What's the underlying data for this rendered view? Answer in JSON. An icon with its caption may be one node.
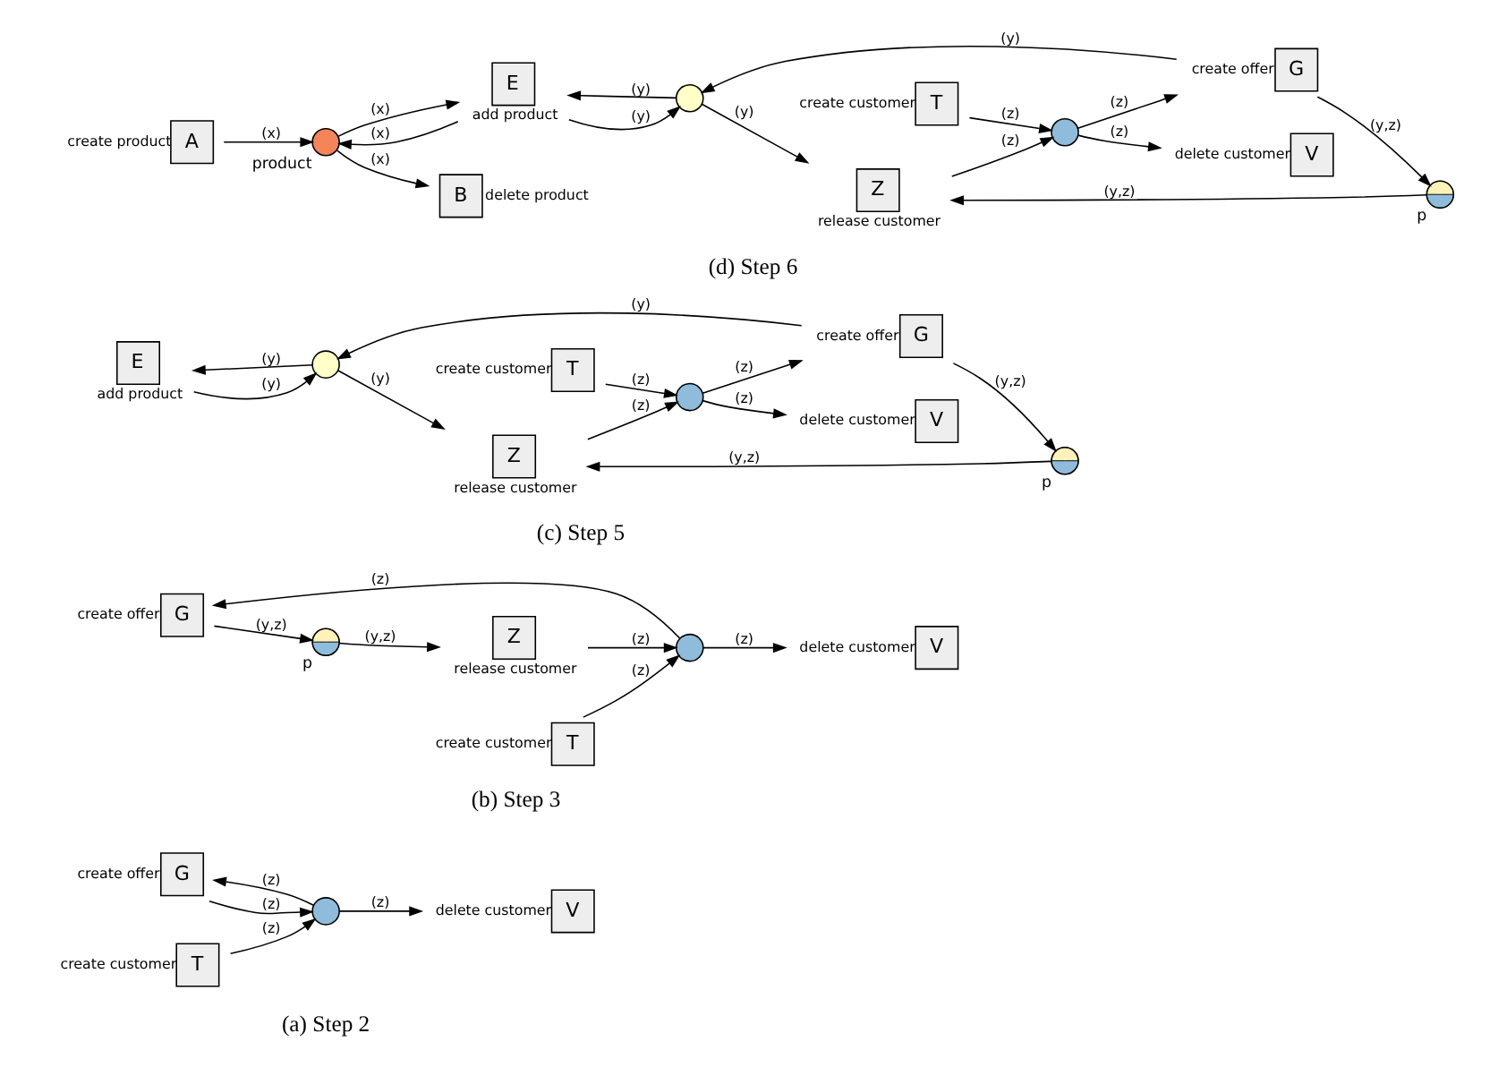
{
  "diagram": {
    "nodes": [
      {
        "text": [
          "G"
        ],
        "beside": [
          "create offer"
        ]
      },
      {
        "text": [
          "T"
        ],
        "beside": [
          "create customer"
        ]
      },
      {
        "text": [],
        "shape": "circle"
      },
      {
        "text": [
          "V"
        ],
        "beside": [
          "delete customer"
        ]
      },
      {
        "text": [
          "G"
        ],
        "beside": [
          "create offer"
        ]
      },
      {
        "text": [],
        "shape": "circle",
        "beside": [
          "p"
        ]
      },
      {
        "text": [
          "T"
        ],
        "beside": [
          "create customer"
        ]
      },
      {
        "text": [],
        "shape": "circle"
      },
      {
        "text": [
          "Z"
        ],
        "beside": [
          "release customer"
        ]
      },
      {
        "text": [
          "V"
        ],
        "beside": [
          "delete customer"
        ]
      },
      {
        "text": [
          "E"
        ],
        "beside": [
          "add product"
        ]
      },
      {
        "text": [],
        "shape": "circle"
      },
      {
        "text": [
          "G"
        ],
        "beside": [
          "create offer"
        ]
      },
      {
        "text": [],
        "shape": "circle",
        "beside": [
          "p"
        ]
      },
      {
        "text": [
          "T"
        ],
        "beside": [
          "create customer"
        ]
      },
      {
        "text": [],
        "shape": "circle"
      },
      {
        "text": [
          "Z"
        ],
        "beside": [
          "release customer"
        ]
      },
      {
        "text": [
          "V"
        ],
        "beside": [
          "delete customer"
        ]
      },
      {
        "text": [
          "B"
        ],
        "beside": [
          "delete product"
        ]
      },
      {
        "text": [
          "A"
        ],
        "beside": [
          "create product"
        ]
      },
      {
        "text": [],
        "shape": "circle",
        "beside": [
          "product"
        ]
      },
      {
        "text": [
          "E"
        ],
        "beside": [
          "add product"
        ]
      },
      {
        "text": [],
        "shape": "circle"
      },
      {
        "text": [
          "G"
        ],
        "beside": [
          "create offer"
        ]
      },
      {
        "text": [],
        "shape": "circle",
        "beside": [
          "p"
        ]
      },
      {
        "text": [
          "T"
        ],
        "beside": [
          "create customer"
        ]
      },
      {
        "text": [],
        "shape": "circle"
      },
      {
        "text": [
          "Z"
        ],
        "beside": [
          "release customer"
        ]
      },
      {
        "text": [
          "V"
        ],
        "beside": [
          "delete customer"
        ]
      }
    ],
    "edges": [
      {
        "from": 1,
        "to": 2,
        "arrow": "to",
        "label": "(z)"
      },
      {
        "from": 2,
        "to": 0,
        "arrow": "to",
        "label": "(z)"
      },
      {
        "from": 0,
        "to": 2,
        "arrow": "to",
        "label": "(z)"
      },
      {
        "from": 2,
        "to": 3,
        "arrow": "to",
        "label": "(z)"
      },
      {
        "from": 4,
        "to": 5,
        "arrow": "to",
        "label": "(y,z)"
      },
      {
        "from": 5,
        "to": 8,
        "arrow": "to",
        "label": "(y,z)"
      },
      {
        "from": 6,
        "to": 7,
        "arrow": "to",
        "label": "(z)"
      },
      {
        "from": 7,
        "to": 4,
        "arrow": "to",
        "label": "(z)"
      },
      {
        "from": 8,
        "to": 7,
        "arrow": "to",
        "label": "(z)"
      },
      {
        "from": 7,
        "to": 9,
        "arrow": "to",
        "label": "(z)"
      },
      {
        "from": 10,
        "to": 11,
        "arrow": "to",
        "label": "(y)"
      },
      {
        "from": 11,
        "to": 10,
        "arrow": "to",
        "label": "(y)"
      },
      {
        "from": 11,
        "to": 16,
        "arrow": "to",
        "label": "(y)"
      },
      {
        "from": 12,
        "to": 11,
        "arrow": "to",
        "label": "(y)"
      },
      {
        "from": 12,
        "to": 13,
        "arrow": "to",
        "label": "(y,z)"
      },
      {
        "from": 13,
        "to": 16,
        "arrow": "to",
        "label": "(y,z)"
      },
      {
        "from": 14,
        "to": 15,
        "arrow": "to",
        "label": "(z)"
      },
      {
        "from": 15,
        "to": 12,
        "arrow": "to",
        "label": "(z)"
      },
      {
        "from": 16,
        "to": 15,
        "arrow": "to",
        "label": "(z)"
      },
      {
        "from": 15,
        "to": 17,
        "arrow": "to",
        "label": "(z)"
      },
      {
        "from": 19,
        "to": 20,
        "arrow": "to",
        "label": "(x)"
      },
      {
        "from": 20,
        "to": 18,
        "arrow": "to",
        "label": "(x)"
      },
      {
        "from": 21,
        "to": 20,
        "arrow": "to",
        "label": "(x)"
      },
      {
        "from": 20,
        "to": 21,
        "arrow": "to",
        "label": "(x)"
      },
      {
        "from": 21,
        "to": 22,
        "arrow": "to",
        "label": "(y)"
      },
      {
        "from": 22,
        "to": 21,
        "arrow": "to",
        "label": "(y)"
      },
      {
        "from": 22,
        "to": 27,
        "arrow": "to",
        "label": "(y)"
      },
      {
        "from": 23,
        "to": 22,
        "arrow": "to",
        "label": "(y)"
      },
      {
        "from": 23,
        "to": 24,
        "arrow": "to",
        "label": "(y,z)"
      },
      {
        "from": 24,
        "to": 27,
        "arrow": "to",
        "label": "(y,z)"
      },
      {
        "from": 25,
        "to": 26,
        "arrow": "to",
        "label": "(z)"
      },
      {
        "from": 26,
        "to": 23,
        "arrow": "to",
        "label": "(z)"
      },
      {
        "from": 27,
        "to": 26,
        "arrow": "to",
        "label": "(z)"
      },
      {
        "from": 26,
        "to": 28,
        "arrow": "to",
        "label": "(z)"
      }
    ],
    "labels": [
      "(a) Step 2",
      "(b) Step 3",
      "(c) Step 5",
      "(d) Step 6"
    ]
  }
}
